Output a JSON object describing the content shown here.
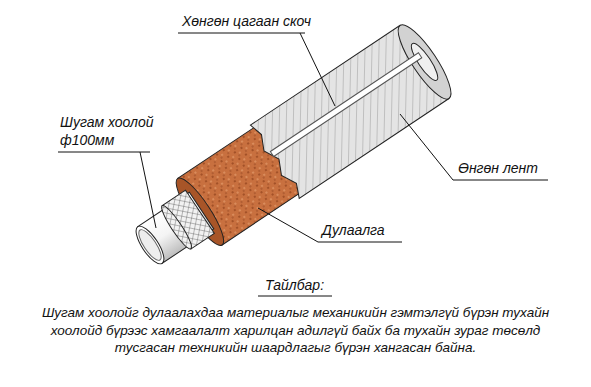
{
  "diagram": {
    "labels": [
      "Хөнгөн цагаан скоч",
      "Өнгөн лент",
      "Дулаалга",
      "Шугам хоолой",
      "ф100мм",
      "Тайлбар:",
      "Шугам хоолойг дулаалахдаа материалыг механикийн гэмтэлгүй бүрэн тухайн хоолойд бүрээс хамгаалалт харилцан адилгүй байх ба тухайн зураг төсөлд тусгасан техникийн шаардлагыг бүрэн хангасан байна."
    ]
  }
}
